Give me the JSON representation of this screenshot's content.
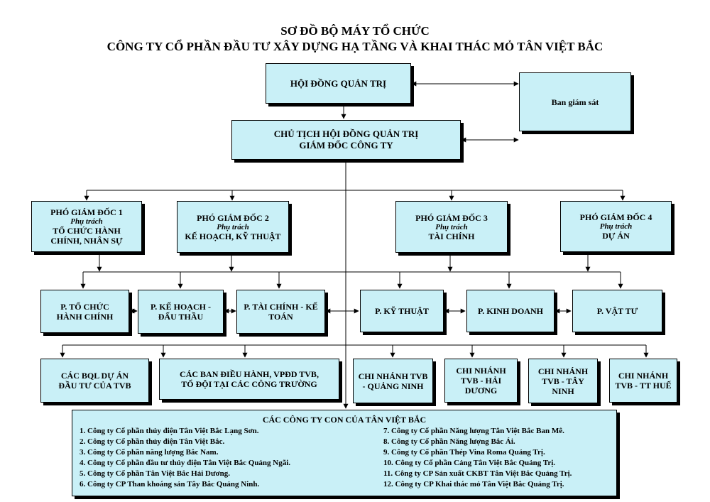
{
  "title": {
    "line1": "SƠ ĐỒ BỘ MÁY TỔ CHỨC",
    "line2": "CÔNG TY CỔ PHẦN ĐẦU TƯ XÂY DỰNG HẠ TẦNG VÀ KHAI THÁC MỎ TÂN VIỆT BẮC"
  },
  "top": {
    "board": "HỘI ĐỒNG QUẢN TRỊ",
    "supervisory": "Ban giám sát",
    "chairman_line1": "CHỦ TỊCH HỘI ĐỒNG QUẢN TRỊ",
    "chairman_line2": "GIÁM ĐỐC CÔNG TY"
  },
  "deputies": [
    {
      "title": "PHÓ GIÁM ĐỐC 1",
      "role": "Phụ trách",
      "area": "TỔ CHỨC HÀNH CHÍNH, NHÂN SỰ"
    },
    {
      "title": "PHÓ GIÁM ĐỐC 2",
      "role": "Phụ trách",
      "area": "KẾ HOẠCH, KỸ THUẬT"
    },
    {
      "title": "PHÓ GIÁM ĐỐC 3",
      "role": "Phụ trách",
      "area": "TÀI CHÍNH"
    },
    {
      "title": "PHÓ GIÁM ĐỐC 4",
      "role": "Phụ trách",
      "area": "DỰ ÁN"
    }
  ],
  "departments": [
    "P. TỔ CHỨC HÀNH CHÍNH",
    "P. KẾ HOẠCH - ĐẤU THẦU",
    "P. TÀI CHÍNH - KẾ TOÁN",
    "P. KỸ THUẬT",
    "P. KINH DOANH",
    "P. VẬT TƯ"
  ],
  "units": [
    "CÁC BQL DỰ ÁN ĐẦU TƯ CỦA TVB",
    "CÁC BAN ĐIỀU HÀNH, VPĐD TVB, TỔ ĐỘI TẠI CÁC CÔNG TRƯỜNG",
    "CHI NHÁNH TVB - QUẢNG NINH",
    "CHI NHÁNH TVB - HẢI DƯƠNG",
    "CHI NHÁNH TVB - TÂY NINH",
    "CHI NHÁNH TVB - TT HUẾ"
  ],
  "subsidiaries": {
    "heading": "CÁC CÔNG TY CON CỦA TÂN VIỆT BẮC",
    "left": [
      "1. Công ty Cổ phần thủy điện Tân Việt Bắc Lạng Sơn.",
      "2. Công ty Cổ phần thủy điện Tân Việt Bắc.",
      "3. Công ty Cổ phần năng lượng Bắc Nam.",
      "4. Công ty Cổ phần đầu tư thủy điện Tân Việt Bắc Quảng Ngãi.",
      "5. Công ty Cổ phần Tân Việt Bắc Hải Dương.",
      "6. Công ty CP Than khoáng sản Tây Bắc Quảng Ninh."
    ],
    "right": [
      "7. Công ty Cổ phần Năng lượng Tân Việt Bắc Ban Mê.",
      "8. Công ty Cổ phần Năng lượng Bắc Ái.",
      "9. Công ty Cổ phần Thép Vina Roma Quảng Trị.",
      "10. Công ty Cổ phần Cảng Tân Việt Bắc Quảng Trị.",
      "11. Công ty CP Sản xuất CKBT Tân Việt Bắc Quảng Trị.",
      "12. Công ty CP Khai thác mỏ Tân Việt Bắc Quảng Trị."
    ]
  },
  "colors": {
    "box_fill": "#c9f0f7",
    "line": "#000000"
  }
}
